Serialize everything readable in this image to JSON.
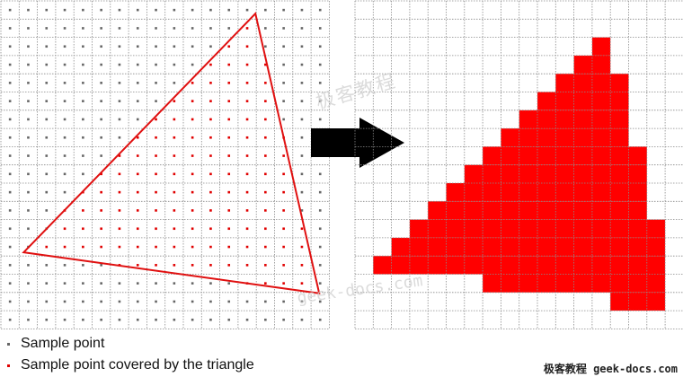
{
  "legend": {
    "items": [
      {
        "label": "Sample point",
        "color": "#666666"
      },
      {
        "label": "Sample point covered by the triangle",
        "color": "#e00000"
      }
    ]
  },
  "diagram": {
    "grid_cols": 18,
    "grid_rows": 18,
    "triangle_vertices": [
      [
        1.25,
        13.8
      ],
      [
        13.95,
        0.7
      ],
      [
        17.45,
        16.05
      ]
    ],
    "raster_rows": [
      [],
      [],
      [
        [
          13,
          13
        ]
      ],
      [
        [
          12,
          13
        ]
      ],
      [
        [
          11,
          14
        ]
      ],
      [
        [
          10,
          14
        ]
      ],
      [
        [
          9,
          14
        ]
      ],
      [
        [
          8,
          14
        ]
      ],
      [
        [
          7,
          15
        ]
      ],
      [
        [
          6,
          15
        ]
      ],
      [
        [
          5,
          15
        ]
      ],
      [
        [
          4,
          15
        ]
      ],
      [
        [
          3,
          16
        ]
      ],
      [
        [
          2,
          16
        ]
      ],
      [
        [
          1,
          16
        ]
      ],
      [
        [
          7,
          16
        ]
      ],
      [
        [
          14,
          16
        ]
      ],
      []
    ],
    "colors": {
      "grid": "#8a8a8a",
      "point": "#666666",
      "covered": "#e00000",
      "fill": "#ff0000",
      "edge": "#e01010",
      "arrow": "#000000"
    }
  },
  "watermark": {
    "cn": "极客教程",
    "url": "geek-docs.com"
  },
  "brand": {
    "cn": "极客教程",
    "url": "geek-docs.com"
  }
}
